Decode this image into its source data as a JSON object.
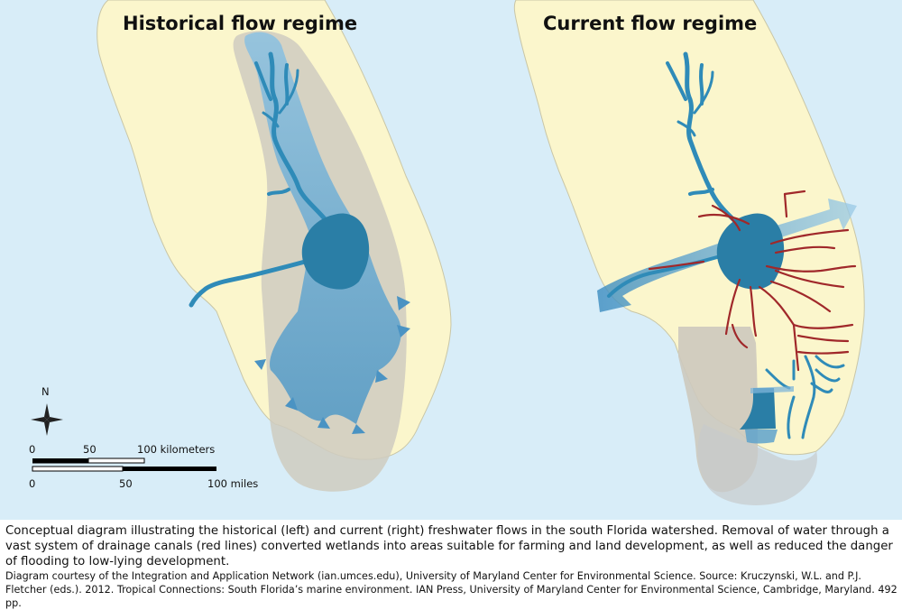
{
  "maps": {
    "left_title": "Historical flow regime",
    "right_title": "Current flow regime"
  },
  "compass": {
    "north_label": "N"
  },
  "scale_bar": {
    "km_labels": [
      "0",
      "50",
      "100 kilometers"
    ],
    "mile_labels": [
      "0",
      "50",
      "100 miles"
    ]
  },
  "colors": {
    "land": "#fbf6cc",
    "water": "#d8edf8",
    "wetland_shade": "#c9c9c0",
    "flow_blue": "#2f8bb8",
    "lake_blue": "#2a7ea6",
    "canal_red": "#a0282a"
  },
  "caption": {
    "main": "Conceptual diagram illustrating the historical (left) and current (right) freshwater flows in the south Florida watershed. Removal of water through a vast system of drainage canals (red lines) converted wetlands into areas suitable for farming and land development, as well as reduced the danger of flooding to low-lying development.",
    "credit": "Diagram courtesy of the Integration and Application Network (ian.umces.edu), University of Maryland Center for Environmental Science. Source: Kruczynski, W.L. and P.J. Fletcher (eds.). 2012. Tropical Connections: South Florida’s marine environment. IAN Press, University of Maryland Center for Environmental Science, Cambridge, Maryland. 492 pp."
  }
}
